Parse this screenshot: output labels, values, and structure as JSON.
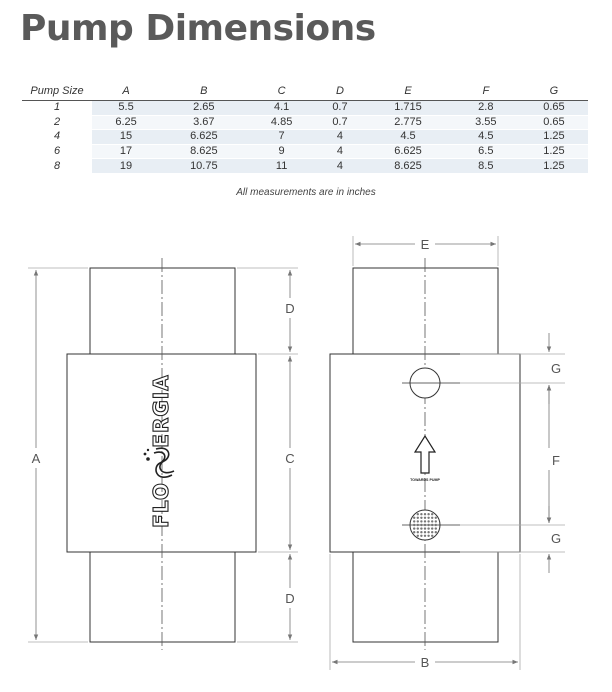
{
  "title": "Pump Dimensions",
  "table": {
    "headers": [
      "Pump Size",
      "A",
      "B",
      "C",
      "D",
      "E",
      "F",
      "G"
    ],
    "rows": [
      [
        "1",
        "5.5",
        "2.65",
        "4.1",
        "0.7",
        "1.715",
        "2.8",
        "0.65"
      ],
      [
        "2",
        "6.25",
        "3.67",
        "4.85",
        "0.7",
        "2.775",
        "3.55",
        "0.65"
      ],
      [
        "4",
        "15",
        "6.625",
        "7",
        "4",
        "4.5",
        "4.5",
        "1.25"
      ],
      [
        "6",
        "17",
        "8.625",
        "9",
        "4",
        "6.625",
        "6.5",
        "1.25"
      ],
      [
        "8",
        "19",
        "10.75",
        "11",
        "4",
        "8.625",
        "8.5",
        "1.25"
      ]
    ]
  },
  "note": "All measurements are in inches",
  "drawing": {
    "logo_text": "FLOENERGIA",
    "logo_part1": "FLO",
    "logo_part2": "ERGIA",
    "arrow_label": "TOWARDS PUMP",
    "labels": {
      "A": "A",
      "B": "B",
      "C": "C",
      "D_top": "D",
      "D_bottom": "D",
      "E": "E",
      "F": "F",
      "G_top": "G",
      "G_bottom": "G"
    }
  }
}
